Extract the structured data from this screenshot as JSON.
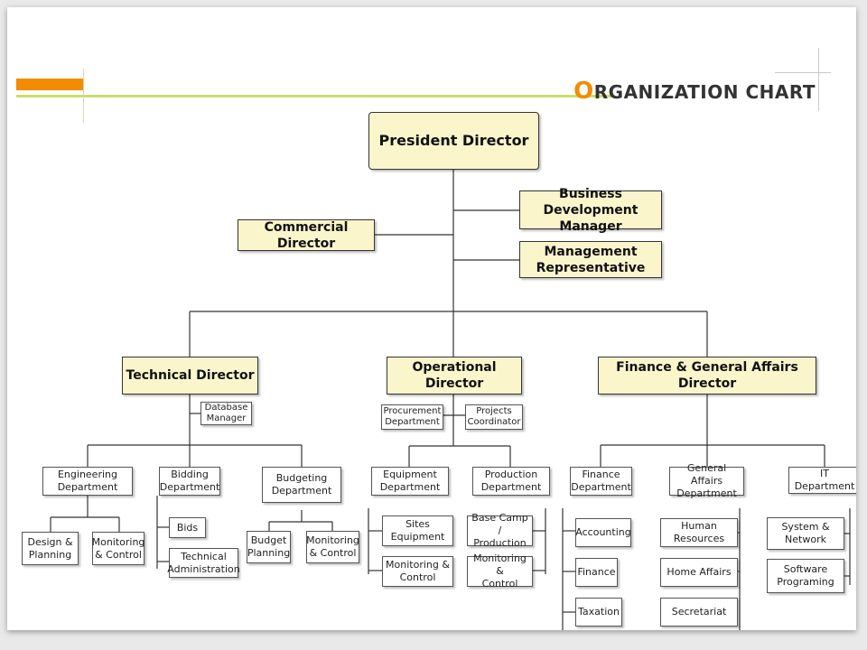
{
  "title": {
    "first_letter": "O",
    "rest": "RGANIZATION CHART"
  },
  "colors": {
    "accent_orange": "#f28c00",
    "accent_green": "#c9dd6b",
    "box_fill": "#fbf5cc"
  },
  "nodes": {
    "president": "President Director",
    "bizdev": "Business Development\nManager",
    "commercial": "Commercial Director",
    "mgmt_rep": "Management\nRepresentative",
    "technical": "Technical Director",
    "operational": "Operational Director",
    "finance_ga": "Finance & General Affairs Director",
    "database": "Database\nManager",
    "procurement": "Procurement\nDepartment",
    "projects": "Projects\nCoordinator",
    "engineering": "Engineering\nDepartment",
    "bidding": "Bidding\nDepartment",
    "budgeting": "Budgeting\nDepartment",
    "equipment": "Equipment\nDepartment",
    "production": "Production\nDepartment",
    "finance_dept": "Finance\nDepartment",
    "general_affairs": "General Affairs\nDepartment",
    "it_dept": "IT Department",
    "design_planning": "Design &\nPlanning",
    "eng_monitoring": "Monitoring\n& Control",
    "bids": "Bids",
    "tech_admin": "Technical\nAdministration",
    "budget_planning": "Budget\nPlanning",
    "bud_monitoring": "Monitoring\n& Control",
    "sites_equipment": "Sites\nEquipment",
    "eq_monitoring": "Monitoring &\nControl",
    "base_camp": "Base Camp /\nProduction",
    "prod_monitoring": "Monitoring &\nControl",
    "accounting": "Accounting",
    "finance": "Finance",
    "taxation": "Taxation",
    "human_resources": "Human\nResources",
    "home_affairs": "Home Affairs",
    "secretariat": "Secretariat",
    "system_network": "System &\nNetwork",
    "software": "Software\nPrograming"
  }
}
